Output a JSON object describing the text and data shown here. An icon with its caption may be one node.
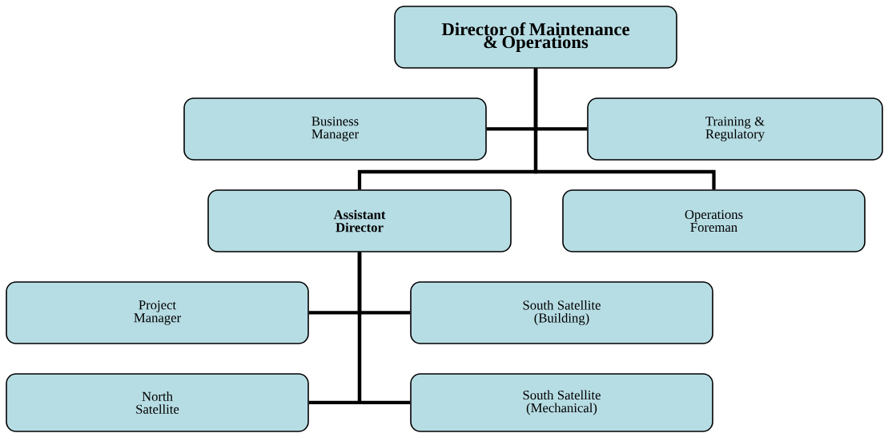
{
  "diagram": {
    "nodes": [
      {
        "text": [
          "Director of Maintenance & Operations"
        ]
      },
      {
        "text": [
          "Business Manager"
        ]
      },
      {
        "text": [
          "Training & Regulatory"
        ]
      },
      {
        "text": [
          "Assistant Director"
        ]
      },
      {
        "text": [
          "Operations Foreman"
        ]
      },
      {
        "text": [
          "Project Manager"
        ]
      },
      {
        "text": [
          "South Satellite (Building)"
        ]
      },
      {
        "text": [
          "North Satellite"
        ]
      },
      {
        "text": [
          "South Satellite (Mechanical)"
        ]
      }
    ],
    "edges": [
      {
        "from": 0,
        "to": 1,
        "arrow": "none"
      },
      {
        "from": 0,
        "to": 2,
        "arrow": "none"
      },
      {
        "from": 0,
        "to": 3,
        "arrow": "none"
      },
      {
        "from": 0,
        "to": 4,
        "arrow": "none"
      },
      {
        "from": 3,
        "to": 5,
        "arrow": "none"
      },
      {
        "from": 3,
        "to": 6,
        "arrow": "none"
      },
      {
        "from": 3,
        "to": 7,
        "arrow": "none"
      },
      {
        "from": 3,
        "to": 8,
        "arrow": "none"
      }
    ]
  }
}
